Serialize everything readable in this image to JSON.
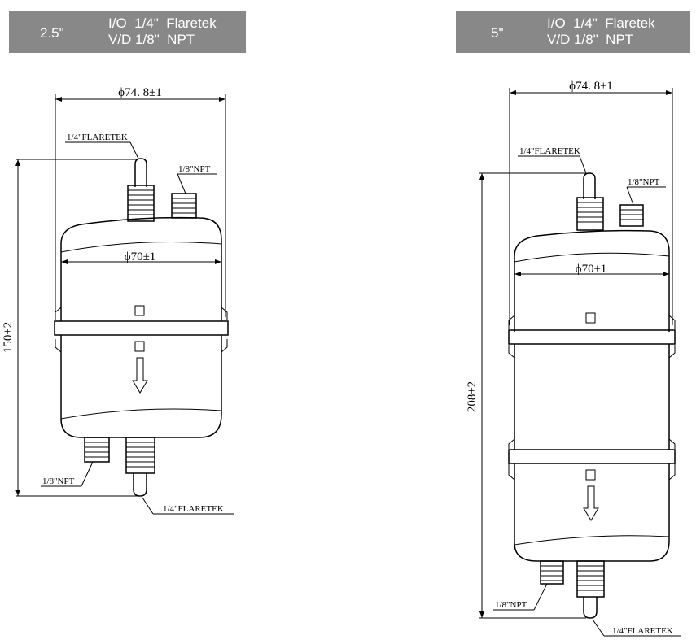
{
  "headers": [
    {
      "size": "2.5\"",
      "line1": "I/O  1/4\"  Flaretek",
      "line2": "V/D 1/8\"  NPT"
    },
    {
      "size": "5\"",
      "line1": "I/O  1/4\"  Flaretek",
      "line2": "V/D 1/8\"  NPT"
    }
  ],
  "drawings": [
    {
      "outer_diameter": "ϕ74. 8±1",
      "inner_diameter": "ϕ70±1",
      "height": "150±2",
      "top_inlet": "1/4\"FLARETEK",
      "top_vent": "1/8\"NPT",
      "bottom_drain": "1/8\"NPT",
      "bottom_outlet": "1/4\"FLARETEK"
    },
    {
      "outer_diameter": "ϕ74. 8±1",
      "inner_diameter": "ϕ70±1",
      "height": "208±2",
      "top_inlet": "1/4\"FLARETEK",
      "top_vent": "1/8\"NPT",
      "bottom_drain": "1/8\"NPT",
      "bottom_outlet": "1/4\"FLARETEK"
    }
  ]
}
